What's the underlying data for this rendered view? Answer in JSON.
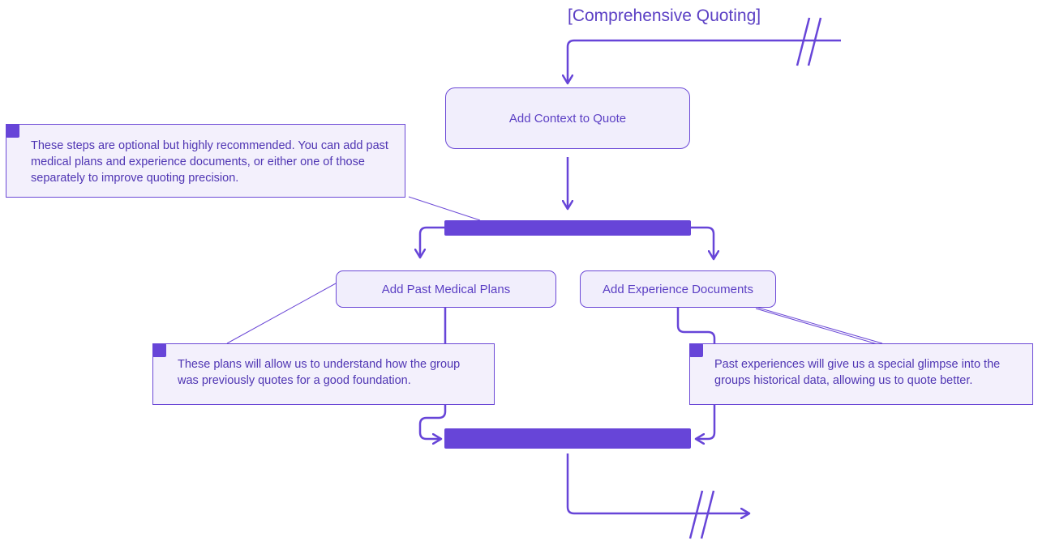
{
  "title": "[Comprehensive Quoting]",
  "nodes": {
    "add_context": "Add Context to Quote",
    "past_medical": "Add Past Medical Plans",
    "experience_docs": "Add Experience Documents"
  },
  "notes": {
    "optional_steps": "These steps are optional but highly recommended. You can add past medical plans and experience documents, or either one of those separately to improve quoting precision.",
    "medical_plans": "These plans will allow us to understand how the group was previously quotes for a good foundation.",
    "experiences": "Past experiences will give us a special glimpse into the groups historical data, allowing us to quote better."
  },
  "colors": {
    "accent": "#6745d8",
    "node_fill": "#f1eefc",
    "text": "#5b3fc4"
  }
}
